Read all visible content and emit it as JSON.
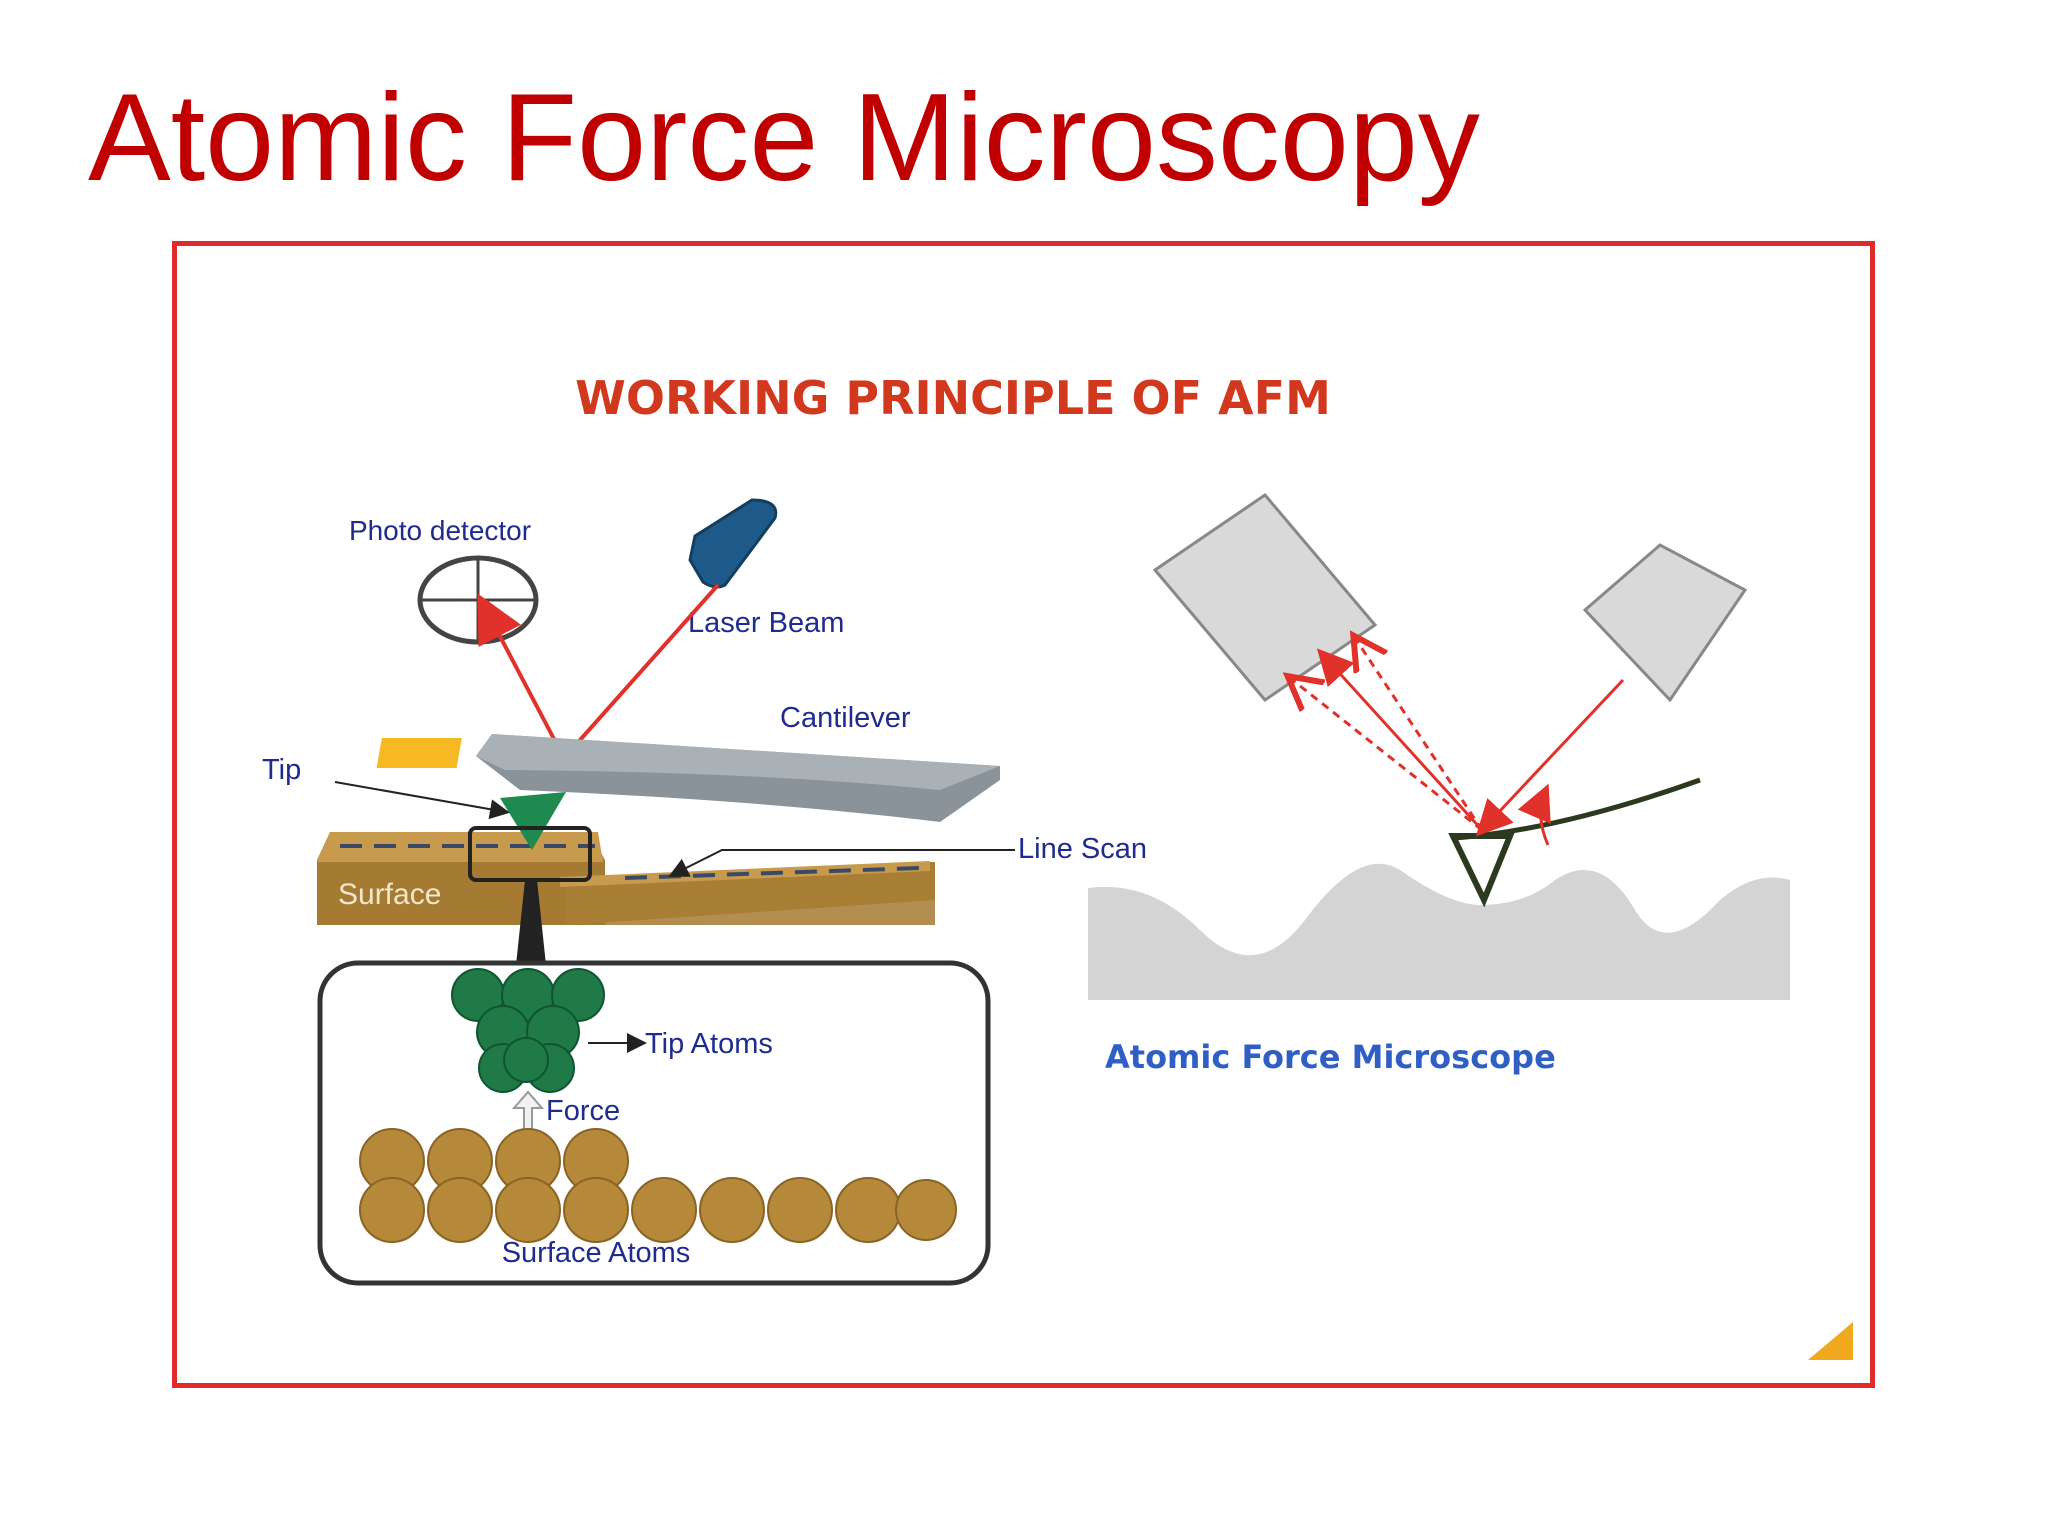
{
  "slide": {
    "title": "Atomic Force Microscopy"
  },
  "diagram": {
    "heading": "WORKING PRINCIPLE OF AFM",
    "labels": {
      "photo_detector": "Photo detector",
      "laser_beam": "Laser Beam",
      "cantilever": "Cantilever",
      "tip": "Tip",
      "surface": "Surface",
      "line_scan": "Line Scan",
      "tip_atoms": "Tip Atoms",
      "force": "Force",
      "surface_atoms": "Surface Atoms"
    },
    "right_caption": "Atomic Force Microscope"
  },
  "colors": {
    "title": "#c00000",
    "frame_border": "#e02b2b",
    "heading": "#d2381e",
    "label_blue": "#1f2b8f",
    "caption_blue": "#2f5fc4",
    "laser": "#e0312a",
    "surface_brown": "#a57a32",
    "tip_green": "#1f8a4f",
    "gray_block": "#d9d9d9"
  }
}
